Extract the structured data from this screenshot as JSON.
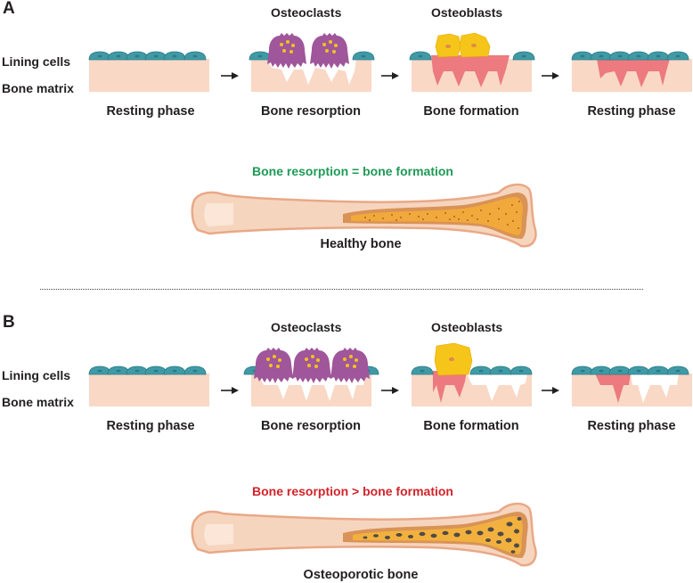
{
  "colors": {
    "lining_cell": "#3f9aa6",
    "lining_cell_dark": "#2b7a85",
    "bone_matrix": "#f9d8c6",
    "osteoclast": "#a0569a",
    "osteoclast_dot": "#f3c21c",
    "osteoblast": "#f6c51a",
    "osteoblast_nucleus": "#e0894a",
    "new_bone": "#ec7a7e",
    "resorption_pit": "#ffffff",
    "arrow": "#231f20",
    "balance_equal": "#1e9a57",
    "balance_greater": "#d2232a",
    "bone_shaft": "#f6d5bf",
    "bone_outline": "#e9a886",
    "marrow": "#f2a93b",
    "marrow_cortex": "#d99356",
    "pore_healthy": "#b5702d",
    "pore_osteoporotic": "#4f4a45"
  },
  "panels": [
    {
      "letter": "A",
      "side_labels": [
        "Lining cells",
        "Bone matrix"
      ],
      "cell_labels": {
        "osteoclasts": "Osteoclasts",
        "osteoblasts": "Osteoblasts"
      },
      "steps": [
        "Resting phase",
        "Bone resorption",
        "Bone formation",
        "Resting phase"
      ],
      "osteoclast_count": 2,
      "osteoblast_count": 2,
      "balance_text": "Bone resorption = bone formation",
      "balance_relation": "=",
      "bone_label": "Healthy bone"
    },
    {
      "letter": "B",
      "side_labels": [
        "Lining cells",
        "Bone matrix"
      ],
      "cell_labels": {
        "osteoclasts": "Osteoclasts",
        "osteoblasts": "Osteoblasts"
      },
      "steps": [
        "Resting phase",
        "Bone resorption",
        "Bone formation",
        "Resting phase"
      ],
      "osteoclast_count": 3,
      "osteoblast_count": 1,
      "balance_text": "Bone resorption > bone formation",
      "balance_relation": ">",
      "bone_label": "Osteoporotic bone"
    }
  ]
}
